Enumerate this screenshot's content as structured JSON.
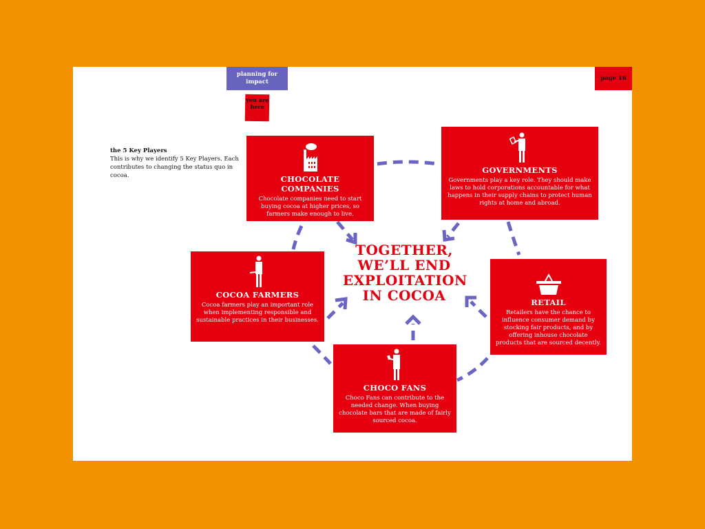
{
  "header": {
    "section_tab": "planning for impact",
    "you_are_here": "you are here",
    "page_label": "page 16"
  },
  "intro": {
    "title": "the 5 Key Players",
    "text": "This is why we identify 5 Key Players. Each contributes to changing the status quo in cocoa."
  },
  "center_title": {
    "line1": "TOGETHER,",
    "line2": "WE’LL END",
    "line3": "EXPLOITATION",
    "line4": "IN COCOA"
  },
  "players": [
    {
      "title": "CHOCOLATE COMPANIES",
      "text": "Chocolate companies need to start buying cocoa at higher prices, so farmers make enough to live.",
      "icon": "factory-icon"
    },
    {
      "title": "GOVERNMENTS",
      "text": "Governments play a key role. They should make laws to hold corporations accountable for what happens in their supply chains to protect human rights at home and abroad.",
      "icon": "politician-icon"
    },
    {
      "title": "COCOA FARMERS",
      "text": "Cocoa farmers play an important role when implementing responsible and sustainable practices in their businesses.",
      "icon": "farmer-icon"
    },
    {
      "title": "RETAIL",
      "text": "Retailers have the chance to influence consumer demand by stocking fair products, and by offering inhouse chocolate products that are sourced decently.",
      "icon": "basket-icon"
    },
    {
      "title": "CHOCO FANS",
      "text": "Choco Fans can contribute to the needed change. When buying chocolate bars that are made of fairly sourced cocoa.",
      "icon": "consumer-icon"
    }
  ],
  "colors": {
    "background": "#F39200",
    "red": "#E6000F",
    "purple": "#6664BC"
  }
}
